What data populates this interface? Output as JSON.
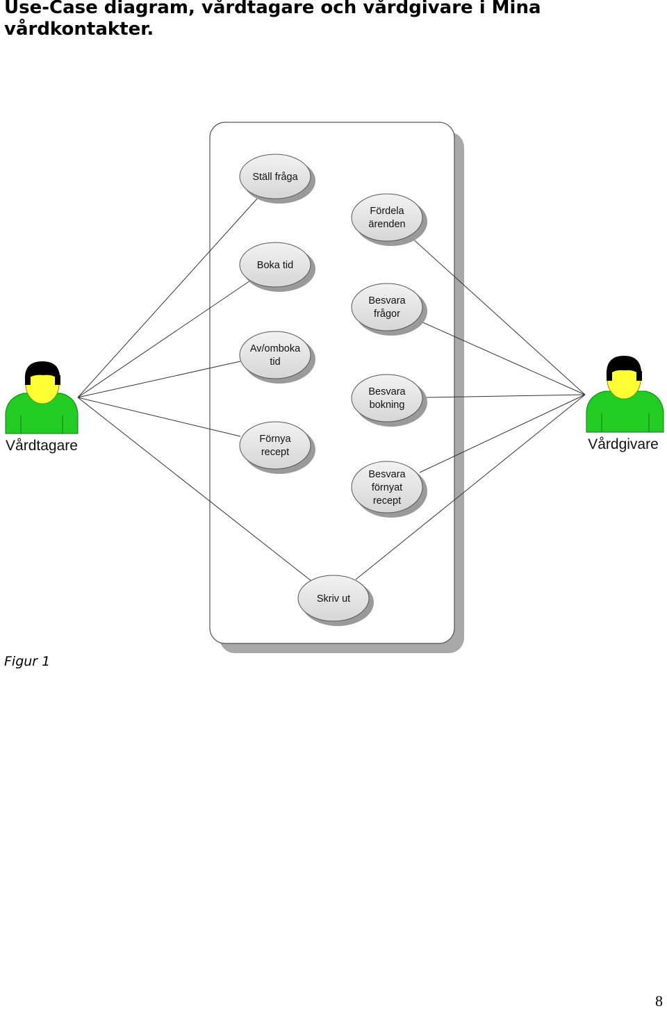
{
  "heading": {
    "line1": "Use-Case diagram, vårdtagare och vårdgivare i Mina",
    "line2": "vårdkontakter."
  },
  "actors": {
    "left": {
      "label": "Vårdtagare"
    },
    "right": {
      "label": "Vårdgivare"
    }
  },
  "use_cases": {
    "stall_fraga": [
      "Ställ fråga"
    ],
    "boka_tid": [
      "Boka tid"
    ],
    "avomboka_tid": [
      "Av/omboka",
      "tid"
    ],
    "fornya_recept": [
      "Förnya",
      "recept"
    ],
    "skriv_ut": [
      "Skriv ut"
    ],
    "fordela_arenden": [
      "Fördela",
      "ärenden"
    ],
    "besvara_fragor": [
      "Besvara",
      "frågor"
    ],
    "besvara_bokning": [
      "Besvara",
      "bokning"
    ],
    "besvara_fornyat_recept": [
      "Besvara",
      "förnyat",
      "recept"
    ]
  },
  "colors": {
    "actor_body": "#22cc22",
    "actor_face": "#ffff33",
    "actor_hair": "#000000",
    "usecase_fill": "#e6e6e6",
    "boundary_shadow": "#a0a0a0"
  },
  "caption": "Figur 1",
  "page_number": "8"
}
